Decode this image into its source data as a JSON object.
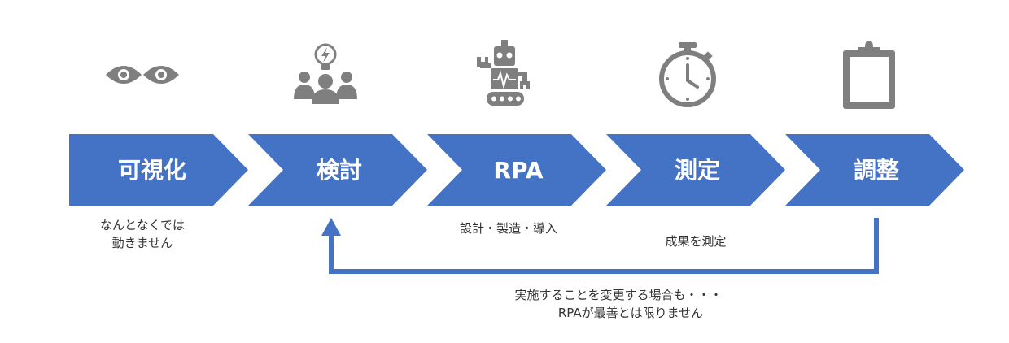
{
  "steps": [
    {
      "label": "可視化",
      "icon": "eyes-icon"
    },
    {
      "label": "検討",
      "icon": "team-idea-icon"
    },
    {
      "label": "RPA",
      "icon": "robot-icon"
    },
    {
      "label": "測定",
      "icon": "stopwatch-icon"
    },
    {
      "label": "調整",
      "icon": "clipboard-icon"
    }
  ],
  "notes": {
    "visualize": [
      "なんとなくでは",
      "動きません"
    ],
    "rpa": "設計・製造・導入",
    "measure": "成果を測定",
    "feedback": [
      "実施することを変更する場合も・・・",
      "RPAが最善とは限りません"
    ]
  },
  "colors": {
    "chevron": "#4472C4",
    "chevron_text": "#FFFFFF",
    "icon": "#7F7F7F",
    "arrow": "#4472C4",
    "note_text": "#333333"
  }
}
